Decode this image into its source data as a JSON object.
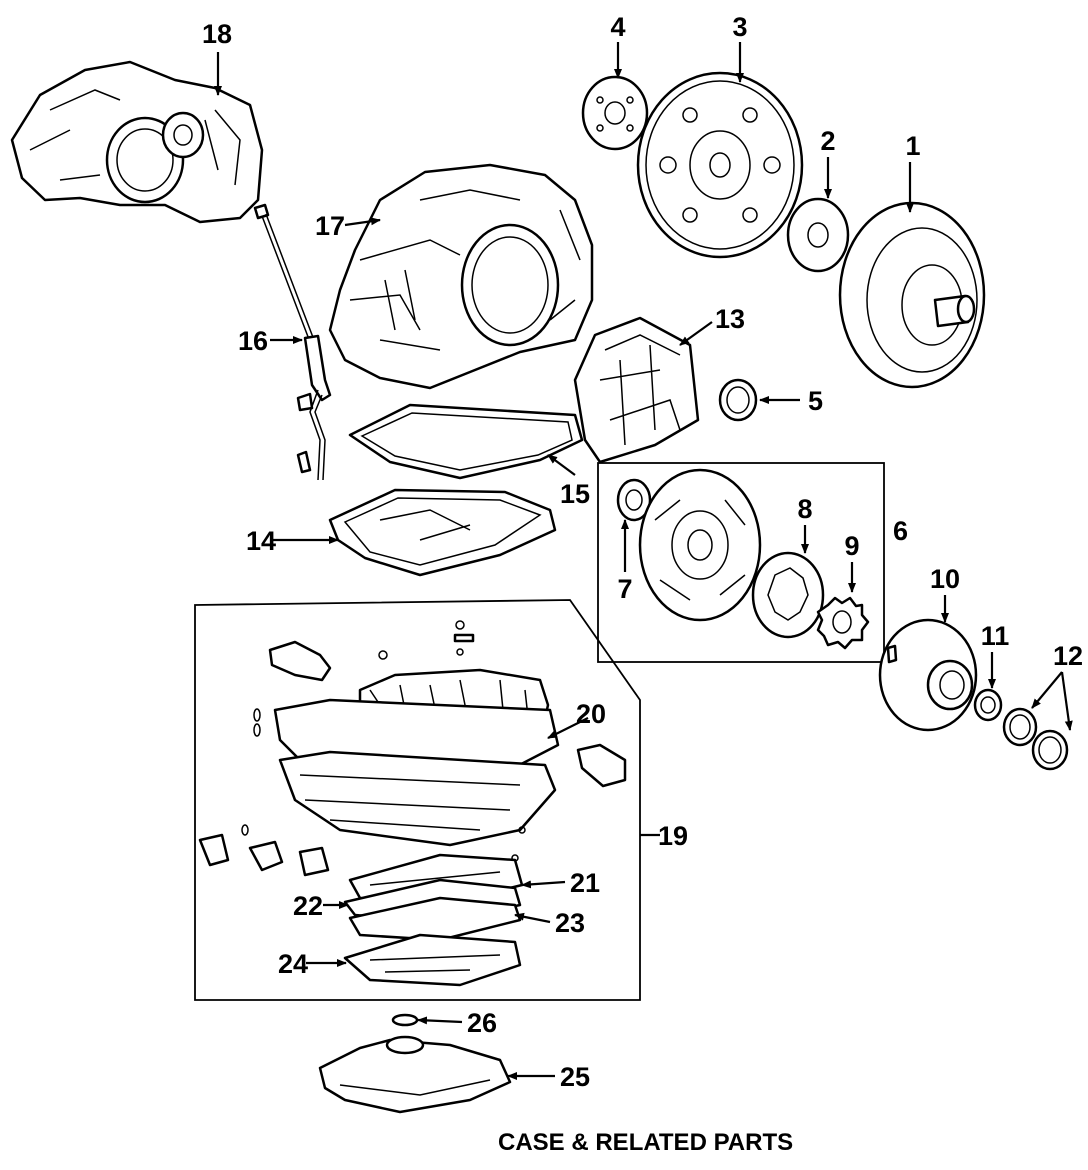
{
  "caption": "CASE & RELATED PARTS",
  "callouts": {
    "c1": "1",
    "c2": "2",
    "c3": "3",
    "c4": "4",
    "c5": "5",
    "c6": "6",
    "c7": "7",
    "c8": "8",
    "c9": "9",
    "c10": "10",
    "c11": "11",
    "c12": "12",
    "c13": "13",
    "c14": "14",
    "c15": "15",
    "c16": "16",
    "c17": "17",
    "c18": "18",
    "c19": "19",
    "c20": "20",
    "c21": "21",
    "c22": "22",
    "c23": "23",
    "c24": "24",
    "c25": "25",
    "c26": "26"
  }
}
